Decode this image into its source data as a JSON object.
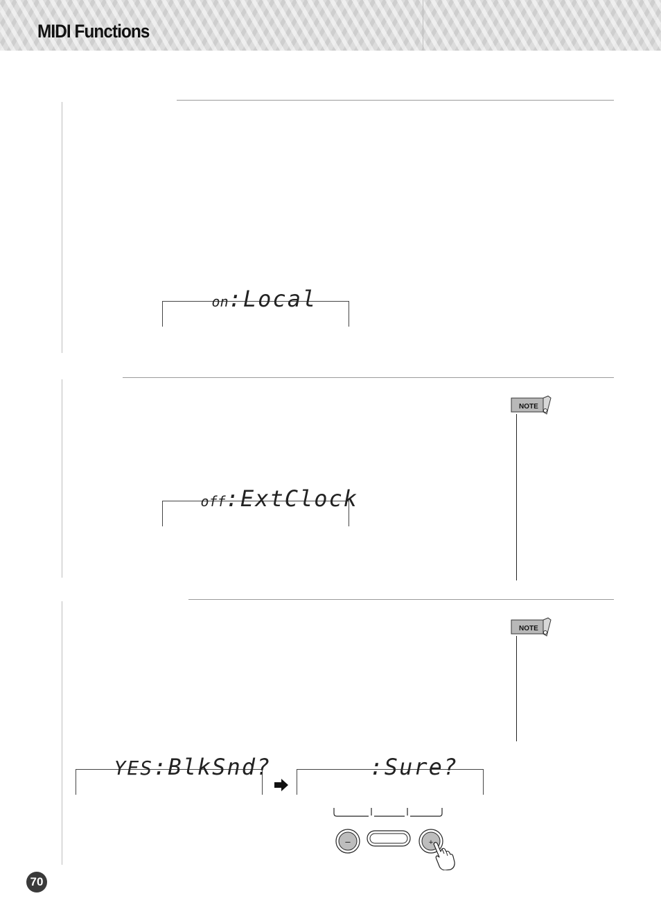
{
  "header": {
    "title": "MIDI Functions"
  },
  "displays": {
    "local": {
      "prefix": "on",
      "text": ":Local"
    },
    "ext_clock": {
      "prefix": "off",
      "text": ":ExtClock"
    },
    "bulk_send": {
      "prefix": "YES",
      "text": ":BlkSnd?"
    },
    "sure": {
      "prefix": "",
      "text": ":Sure?"
    }
  },
  "notes": {
    "label_1": "NOTE",
    "label_2": "NOTE"
  },
  "panel": {
    "minus_label": "–",
    "plus_label": "+"
  },
  "page": {
    "number": "70"
  }
}
